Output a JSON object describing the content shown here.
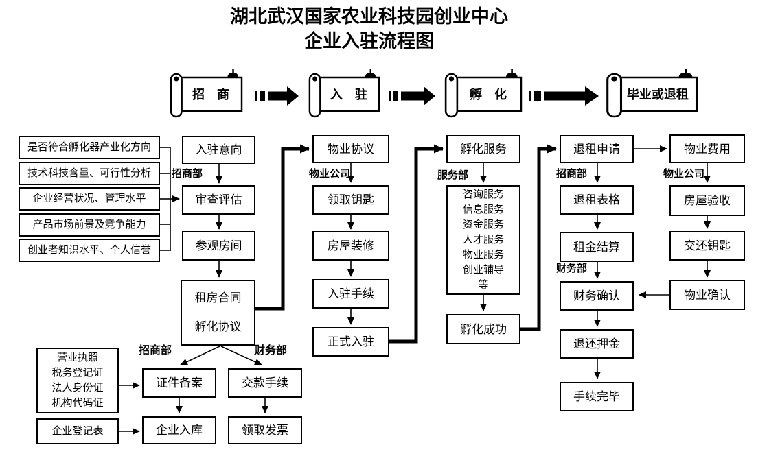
{
  "title": {
    "line1": "湖北武汉国家农业科技园创业中心",
    "line2": "企业入驻流程图"
  },
  "phases": [
    {
      "label": "招　商"
    },
    {
      "label": "入　驻"
    },
    {
      "label": "孵　化"
    },
    {
      "label": "毕业或退租"
    }
  ],
  "dept_labels": {
    "zhaoshang_1": "招商部",
    "wuye_1": "物业公司",
    "fuwu": "服务部",
    "zhaoshang_2": "招商部",
    "caiwu_2": "财务部",
    "wuye_2": "物业公司",
    "zhaoshang_3": "招商部",
    "caiwu_3": "财务部"
  },
  "criteria": [
    "是否符合孵化器产业化方向",
    "技术科技含量、可行性分析",
    "企业经营状况、管理水平",
    "产品市场前景及竞争能力",
    "创业者知识水平、个人信誉"
  ],
  "investment": {
    "intent": "入驻意向",
    "review": "审查评估",
    "visit": "参观房间",
    "contract": [
      "租房合同",
      "孵化协议"
    ]
  },
  "filing": {
    "docs": [
      "营业执照",
      "税务登记证",
      "法人身份证",
      "机构代码证"
    ],
    "register_form": "企业登记表",
    "cert_filing": "证件备案",
    "db_entry": "企业入库",
    "payment": "交款手续",
    "invoice": "领取发票"
  },
  "movein": {
    "property_agreement": "物业协议",
    "get_keys": "领取钥匙",
    "renovation": "房屋装修",
    "procedures": "入驻手续",
    "official": "正式入驻"
  },
  "incubation": {
    "service": "孵化服务",
    "services": [
      "咨询服务",
      "信息服务",
      "资金服务",
      "人才服务",
      "物业服务",
      "创业辅导",
      "等"
    ],
    "success": "孵化成功"
  },
  "exit": {
    "apply": "退租申请",
    "form": "退租表格",
    "rent_settle": "租金结算",
    "finance_confirm": "财务确认",
    "deposit": "退还押金",
    "complete": "手续完毕"
  },
  "property": {
    "fee": "物业费用",
    "inspection": "房屋验收",
    "return_keys": "交还钥匙",
    "confirm": "物业确认"
  }
}
